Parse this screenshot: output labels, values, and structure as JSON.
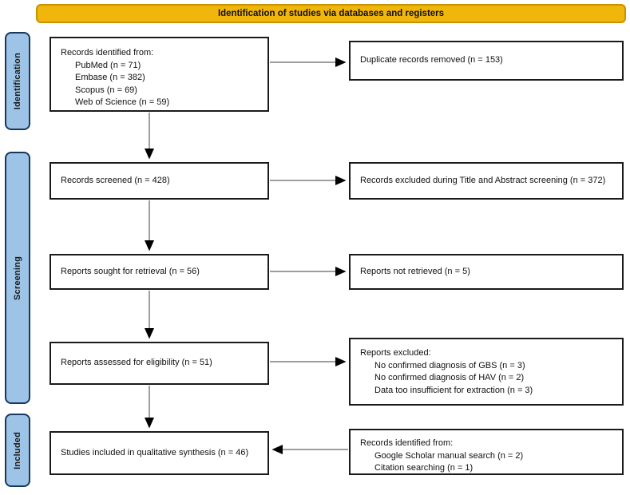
{
  "header": {
    "title": "Identification of studies via databases and registers"
  },
  "colors": {
    "gold": "#F1B60C",
    "gold_border": "#C79400",
    "blue": "#9DC3E6",
    "blue_border": "#17375E",
    "line": "#7F7F7F",
    "arrowhead": "#000000"
  },
  "stages": {
    "identification": "Identification",
    "screening": "Screening",
    "included": "Included"
  },
  "boxes": {
    "records_identified": {
      "title": "Records identified from:",
      "items": [
        "PubMed (n = 71)",
        "Embase (n = 382)",
        "Scopus (n = 69)",
        "Web of Science (n = 59)"
      ]
    },
    "duplicates_removed": {
      "text": "Duplicate records removed (n = 153)"
    },
    "records_screened": {
      "text": "Records screened (n = 428)"
    },
    "records_excluded_ta": {
      "text": "Records excluded during Title and Abstract screening (n = 372)"
    },
    "reports_sought": {
      "text": "Reports sought for retrieval (n = 56)"
    },
    "reports_not_retrieved": {
      "text": "Reports not retrieved (n = 5)"
    },
    "reports_assessed": {
      "text": "Reports assessed for eligibility (n = 51)"
    },
    "reports_excluded": {
      "title": "Reports excluded:",
      "items": [
        "No confirmed diagnosis of GBS (n = 3)",
        "No confirmed diagnosis of HAV (n = 2)",
        "Data too insufficient for extraction (n = 3)"
      ]
    },
    "studies_included": {
      "text": "Studies included in qualitative synthesis (n = 46)"
    },
    "records_other_sources": {
      "title": "Records identified from:",
      "items": [
        "Google Scholar manual search (n = 2)",
        "Citation searching (n = 1)"
      ]
    }
  }
}
